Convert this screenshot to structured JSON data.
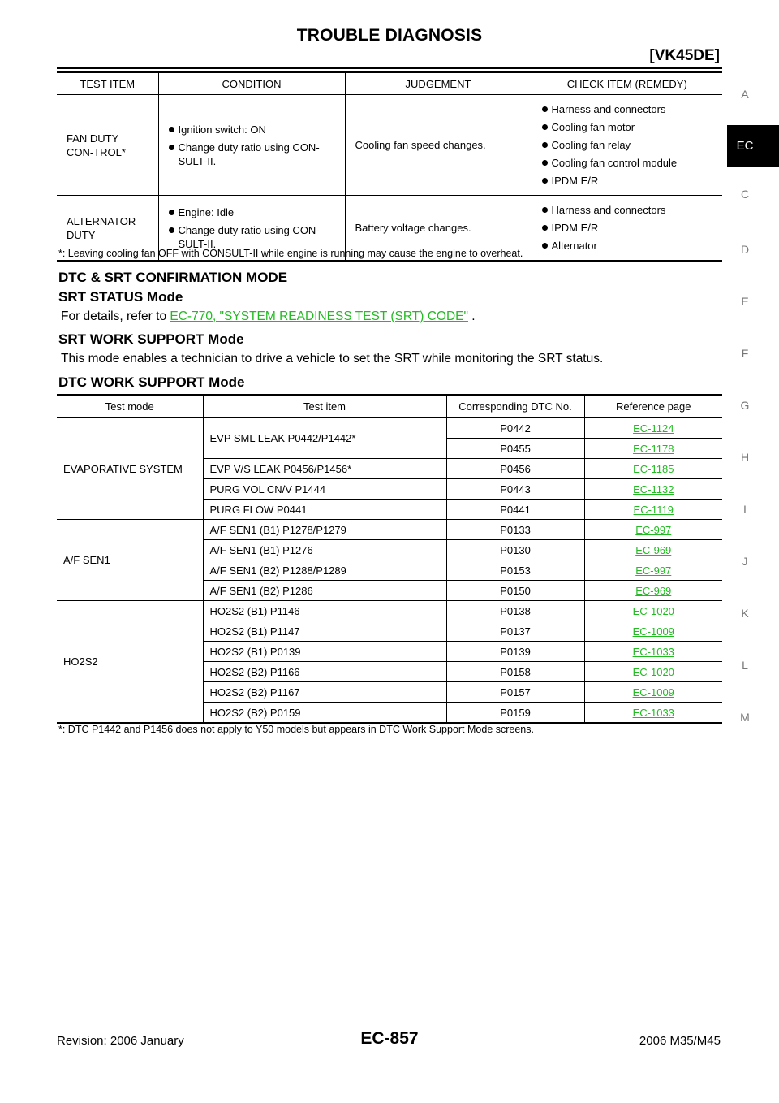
{
  "header": {
    "title": "TROUBLE DIAGNOSIS",
    "model_code": "[VK45DE]"
  },
  "side_index": {
    "letters": [
      "A",
      "EC",
      "C",
      "D",
      "E",
      "F",
      "G",
      "H",
      "I",
      "J",
      "K",
      "L",
      "M"
    ],
    "active": "EC"
  },
  "active_test_table": {
    "headers": [
      "TEST ITEM",
      "CONDITION",
      "JUDGEMENT",
      "CHECK ITEM (REMEDY)"
    ],
    "rows": [
      {
        "test_item": "FAN DUTY CON-TROL*",
        "conditions": [
          "Ignition switch: ON",
          "Change duty ratio using CON-SULT-II."
        ],
        "judgement": "Cooling fan speed changes.",
        "check_items": [
          "Harness and connectors",
          "Cooling fan motor",
          "Cooling fan relay",
          "Cooling fan control module",
          "IPDM E/R"
        ]
      },
      {
        "test_item": "ALTERNATOR DUTY",
        "conditions": [
          "Engine: Idle",
          "Change duty ratio using CON-SULT-II."
        ],
        "judgement": "Battery voltage changes.",
        "check_items": [
          "Harness and connectors",
          "IPDM E/R",
          "Alternator"
        ]
      }
    ],
    "footnote": "*: Leaving cooling fan OFF with CONSULT-II while engine is running may cause the engine to overheat."
  },
  "section": {
    "heading": "DTC & SRT CONFIRMATION MODE",
    "srt_status": {
      "heading": "SRT STATUS Mode",
      "text_before": "For details, refer to ",
      "link": "EC-770, \"SYSTEM READINESS TEST (SRT) CODE\"",
      "text_after": " ."
    },
    "srt_work_support": {
      "heading": "SRT WORK SUPPORT Mode",
      "text": "This mode enables a technician to drive a vehicle to set the SRT while monitoring the SRT status."
    },
    "dtc_work_support": {
      "heading": "DTC WORK SUPPORT Mode"
    }
  },
  "dtc_table": {
    "headers": [
      "Test mode",
      "Test item",
      "Corresponding DTC No.",
      "Reference page"
    ],
    "groups": [
      {
        "mode": "EVAPORATIVE SYSTEM",
        "rows": [
          {
            "item": "EVP SML LEAK P0442/P1442*",
            "dtc": "P0442",
            "ref": "EC-1124"
          },
          {
            "item": "",
            "dtc": "P0455",
            "ref": "EC-1178"
          },
          {
            "item": "EVP V/S LEAK P0456/P1456*",
            "dtc": "P0456",
            "ref": "EC-1185"
          },
          {
            "item": "PURG VOL CN/V P1444",
            "dtc": "P0443",
            "ref": "EC-1132"
          },
          {
            "item": "PURG FLOW P0441",
            "dtc": "P0441",
            "ref": "EC-1119"
          }
        ]
      },
      {
        "mode": "A/F SEN1",
        "rows": [
          {
            "item": "A/F SEN1 (B1) P1278/P1279",
            "dtc": "P0133",
            "ref": "EC-997"
          },
          {
            "item": "A/F SEN1 (B1) P1276",
            "dtc": "P0130",
            "ref": "EC-969"
          },
          {
            "item": "A/F SEN1 (B2) P1288/P1289",
            "dtc": "P0153",
            "ref": "EC-997"
          },
          {
            "item": "A/F SEN1 (B2) P1286",
            "dtc": "P0150",
            "ref": "EC-969"
          }
        ]
      },
      {
        "mode": "HO2S2",
        "rows": [
          {
            "item": "HO2S2 (B1) P1146",
            "dtc": "P0138",
            "ref": "EC-1020"
          },
          {
            "item": "HO2S2 (B1) P1147",
            "dtc": "P0137",
            "ref": "EC-1009"
          },
          {
            "item": "HO2S2 (B1) P0139",
            "dtc": "P0139",
            "ref": "EC-1033"
          },
          {
            "item": "HO2S2 (B2) P1166",
            "dtc": "P0158",
            "ref": "EC-1020"
          },
          {
            "item": "HO2S2 (B2) P1167",
            "dtc": "P0157",
            "ref": "EC-1009"
          },
          {
            "item": "HO2S2 (B2) P0159",
            "dtc": "P0159",
            "ref": "EC-1033"
          }
        ]
      }
    ],
    "footnote": "*: DTC P1442 and P1456 does not apply to Y50 models but appears in DTC Work Support Mode screens."
  },
  "footer": {
    "revision": "Revision: 2006 January",
    "page_number": "EC-857",
    "model": "2006 M35/M45"
  },
  "colors": {
    "link": "#22bb22",
    "text": "#000000",
    "side_index_inactive": "#777777"
  }
}
